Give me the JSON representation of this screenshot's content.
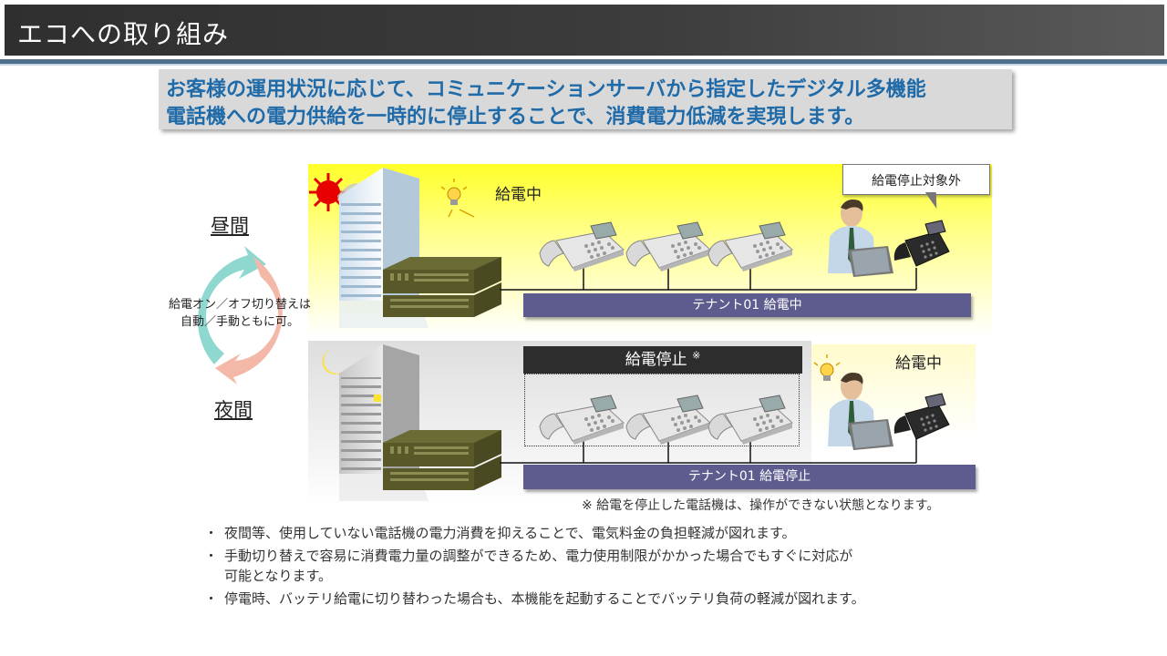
{
  "header": {
    "title": "エコへの取り組み"
  },
  "intro": {
    "line1": "お客様の運用状況に応じて、コミュニケーションサーバから指定したデジタル多機能",
    "line2": "電話機への電力供給を一時的に停止することで、消費電力低減を実現します。"
  },
  "cycle": {
    "day_label": "昼間",
    "night_label": "夜間",
    "switch_line1": "給電オン／オフ切り替えは",
    "switch_line2": "自動／手動ともに可。"
  },
  "day_scene": {
    "status_label": "給電中",
    "callout": "給電停止対象外",
    "tenant_bar": "テナント01  給電中"
  },
  "night_scene": {
    "stop_header": "給電停止",
    "stop_mark": "※",
    "status_label": "給電中",
    "tenant_bar": "テナント01  給電停止",
    "note": "※ 給電を停止した電話機は、操作ができない状態となります。"
  },
  "bullets": [
    {
      "mark": "・",
      "line1": "夜間等、使用していない電話機の電力消費を抑えることで、電気料金の負担軽減が図れます。",
      "line2": ""
    },
    {
      "mark": "・",
      "line1": "手動切り替えで容易に消費電力量の調整ができるため、電力使用制限がかかった場合でもすぐに対応が",
      "line2": "可能となります。"
    },
    {
      "mark": "・",
      "line1": "停電時、バッテリ給電に切り替わった場合も、本機能を起動することでバッテリ負荷の軽減が図れます。",
      "line2": ""
    }
  ],
  "colors": {
    "title_bar": "#3a3a3a",
    "accent_blue": "#1f6aa8",
    "tenant_bar": "#5e5c8f",
    "day_sky": "#ffff29",
    "cycle_teal": "#8ed8d0",
    "cycle_salmon": "#f4b8a8"
  },
  "icons": [
    "sun-icon",
    "moon-icon",
    "light-bulb-icon",
    "office-building-icon",
    "server-unit-icon",
    "desk-phone-icon",
    "office-worker-icon",
    "cycle-arrows-icon"
  ]
}
